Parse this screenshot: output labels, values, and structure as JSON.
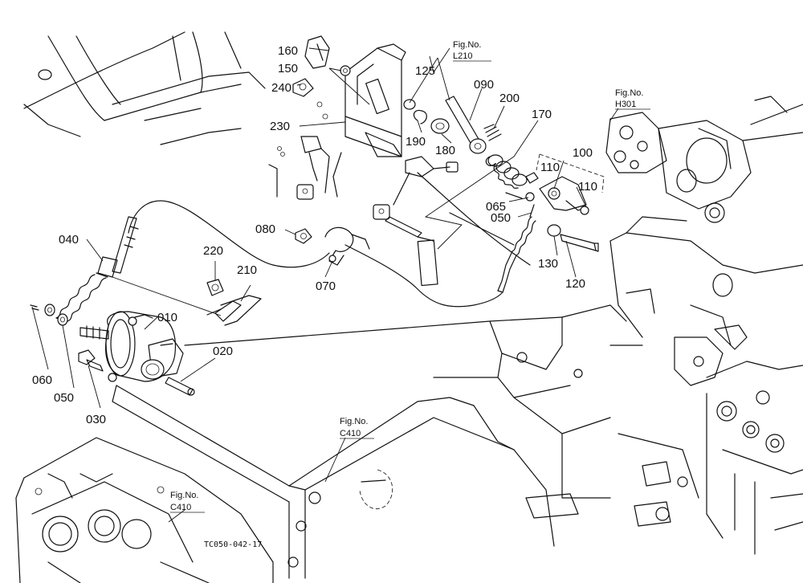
{
  "part_labels": {
    "p160": "160",
    "p150": "150",
    "p240": "240",
    "p230": "230",
    "p125": "125",
    "p090": "090",
    "p200": "200",
    "p170": "170",
    "p190": "190",
    "p180": "180",
    "p100": "100",
    "p110a": "110",
    "p110b": "110",
    "p065": "065",
    "p050a": "050",
    "p080": "080",
    "p040": "040",
    "p220": "220",
    "p210": "210",
    "p070": "070",
    "p130": "130",
    "p120": "120",
    "p010": "010",
    "p020": "020",
    "p060": "060",
    "p050b": "050",
    "p030": "030"
  },
  "figure_refs": {
    "l210": {
      "fig": "Fig.No.",
      "code": "L210"
    },
    "h301": {
      "fig": "Fig.No.",
      "code": "H301"
    },
    "c410a": {
      "fig": "Fig.No.",
      "code": "C410"
    },
    "c410b": {
      "fig": "Fig.No.",
      "code": "C410"
    }
  },
  "drawing_code": "TC050-042-17",
  "colors": {
    "line": "#111111",
    "background": "#ffffff"
  }
}
